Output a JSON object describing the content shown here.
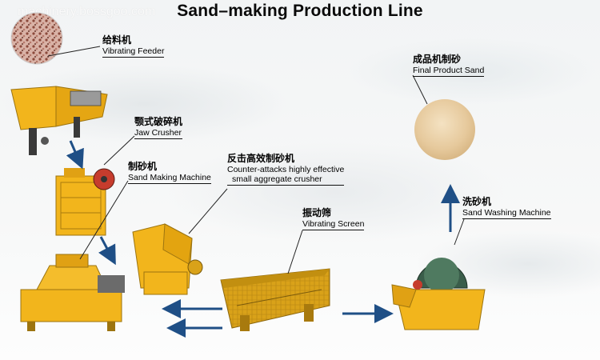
{
  "title": "Sand–making Production Line",
  "watermark": "machinery.bossgoo.com",
  "stages": {
    "feeder": {
      "zh": "给料机",
      "en": "Vibrating Feeder"
    },
    "jaw": {
      "zh": "颚式破碎机",
      "en": "Jaw  Crusher"
    },
    "sandmaking": {
      "zh": "制砂机",
      "en": "Sand Making Machine"
    },
    "impact": {
      "zh": "反击高效制砂机",
      "en_line1": "Counter-attacks highly effective",
      "en_line2": "small aggregate crusher"
    },
    "screen": {
      "zh": "振动筛",
      "en": "Vibrating Screen"
    },
    "washer": {
      "zh": "洗砂机",
      "en": "Sand Washing Machine"
    },
    "product": {
      "zh": "成品机制砂",
      "en": "Final Product Sand"
    }
  },
  "colors": {
    "machine_yellow": "#f2b51c",
    "machine_dark": "#3a3a3a",
    "arrow_blue": "#1f4f86",
    "sand": "#e9cfa4"
  }
}
